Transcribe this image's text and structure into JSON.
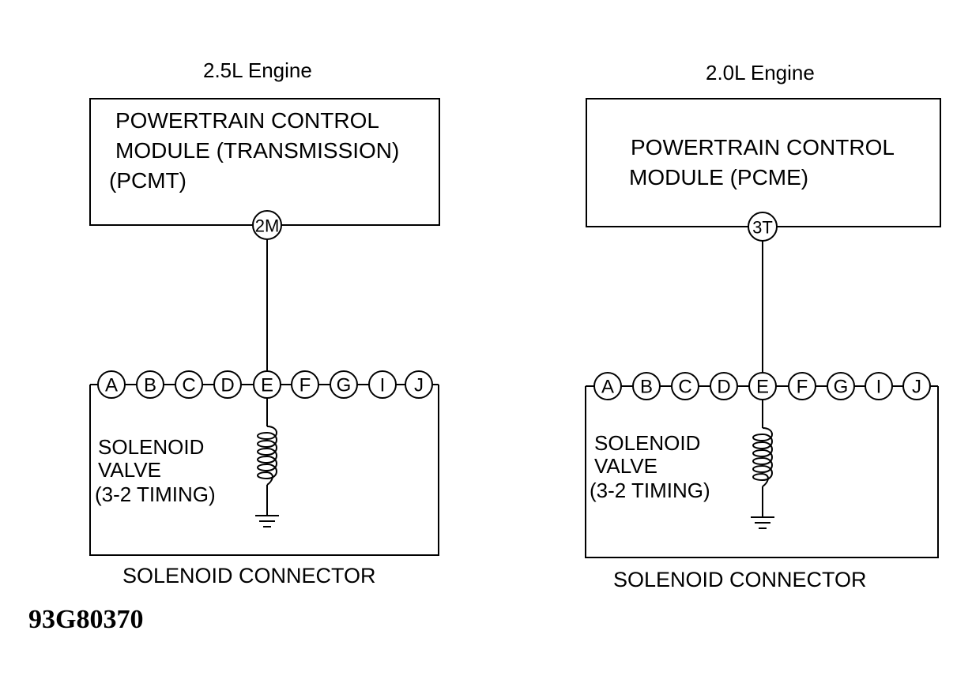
{
  "figure_id": "93G80370",
  "colors": {
    "ink": "#000000",
    "background": "#ffffff"
  },
  "diagrams": [
    {
      "engine": "2.5L Engine",
      "module_lines": [
        "POWERTRAIN CONTROL",
        "MODULE (TRANSMISSION)",
        "(PCMT)"
      ],
      "module_terminal": "2M",
      "connector_pins": [
        "A",
        "B",
        "C",
        "D",
        "E",
        "F",
        "G",
        "I",
        "J"
      ],
      "active_pin": "E",
      "solenoid_lines": [
        "SOLENOID",
        "VALVE",
        "(3-2 TIMING)"
      ],
      "connector_label": "SOLENOID CONNECTOR"
    },
    {
      "engine": "2.0L Engine",
      "module_lines": [
        "POWERTRAIN CONTROL",
        "MODULE (PCME)"
      ],
      "module_terminal": "3T",
      "connector_pins": [
        "A",
        "B",
        "C",
        "D",
        "E",
        "F",
        "G",
        "I",
        "J"
      ],
      "active_pin": "E",
      "solenoid_lines": [
        "SOLENOID",
        "VALVE",
        "(3-2 TIMING)"
      ],
      "connector_label": "SOLENOID CONNECTOR"
    }
  ]
}
